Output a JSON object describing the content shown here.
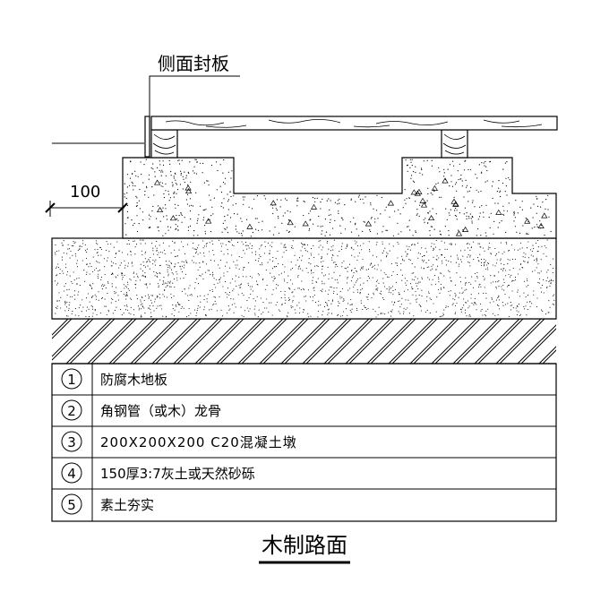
{
  "callout": {
    "label": "侧面封板"
  },
  "dimension": {
    "value": "100"
  },
  "legend": [
    {
      "num": "1",
      "text": "防腐木地板"
    },
    {
      "num": "2",
      "text": "角钢管（或木）龙骨"
    },
    {
      "num": "3",
      "text": "200X200X200 C20混凝土墩"
    },
    {
      "num": "4",
      "text": "150厚3:7灰土或天然砂砾"
    },
    {
      "num": "5",
      "text": "素土夯实"
    }
  ],
  "title": "木制路面"
}
